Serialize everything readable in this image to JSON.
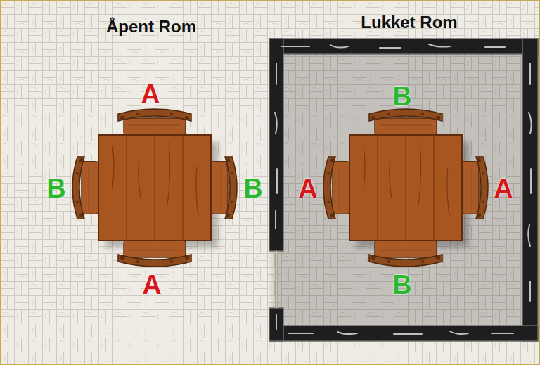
{
  "diagram": {
    "nodes": [
      {
        "text": [
          "Lukket Rom"
        ]
      }
    ],
    "labels": [
      "Åpent Rom",
      "A",
      "B",
      "B",
      "A",
      "B",
      "A",
      "A",
      "B"
    ]
  }
}
